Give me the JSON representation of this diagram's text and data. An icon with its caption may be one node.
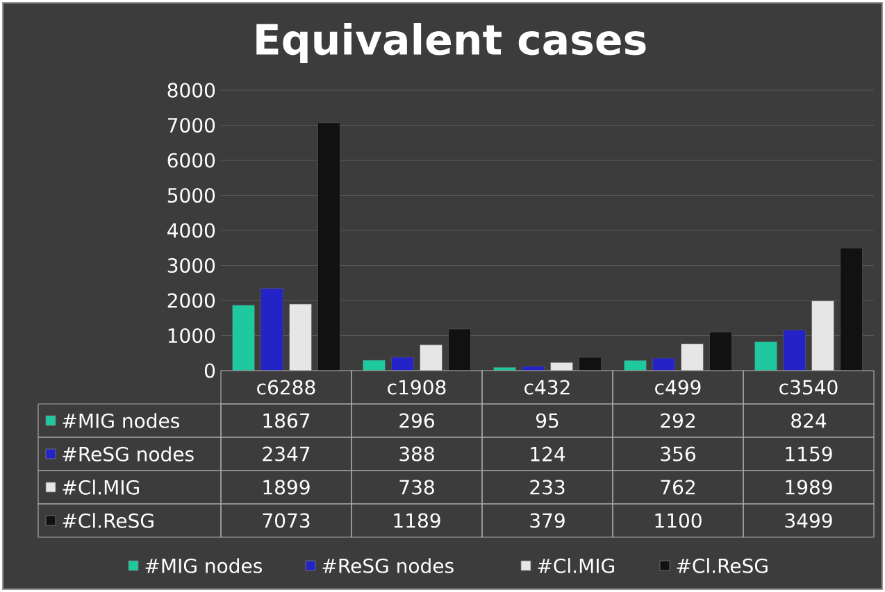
{
  "diagram": {
    "title": "Equivalent cases",
    "chart_data": {
      "type": "bar",
      "categories": [
        "c6288",
        "c1908",
        "c432",
        "c499",
        "c3540"
      ],
      "series": [
        {
          "name": "#MIG nodes",
          "color": "#1fc9a0",
          "values": [
            1867,
            296,
            95,
            292,
            824
          ]
        },
        {
          "name": "#ReSG nodes",
          "color": "#2323c8",
          "values": [
            2347,
            388,
            124,
            356,
            1159
          ]
        },
        {
          "name": "#Cl.MIG",
          "color": "#e6e6e6",
          "values": [
            1899,
            738,
            233,
            762,
            1989
          ]
        },
        {
          "name": "#Cl.ReSG",
          "color": "#111111",
          "values": [
            7073,
            1189,
            379,
            1100,
            3499
          ]
        }
      ],
      "ylim": [
        0,
        8000
      ],
      "yticks": [
        0,
        1000,
        2000,
        3000,
        4000,
        5000,
        6000,
        7000,
        8000
      ],
      "grid": true,
      "legend": "bottom"
    },
    "labels": [
      "1867",
      "296",
      "95",
      "292",
      "824",
      "2347",
      "388",
      "124",
      "356",
      "1159",
      "1899",
      "738",
      "233",
      "762",
      "1989",
      "7073",
      "1189",
      "379",
      "1100",
      "3499"
    ]
  }
}
